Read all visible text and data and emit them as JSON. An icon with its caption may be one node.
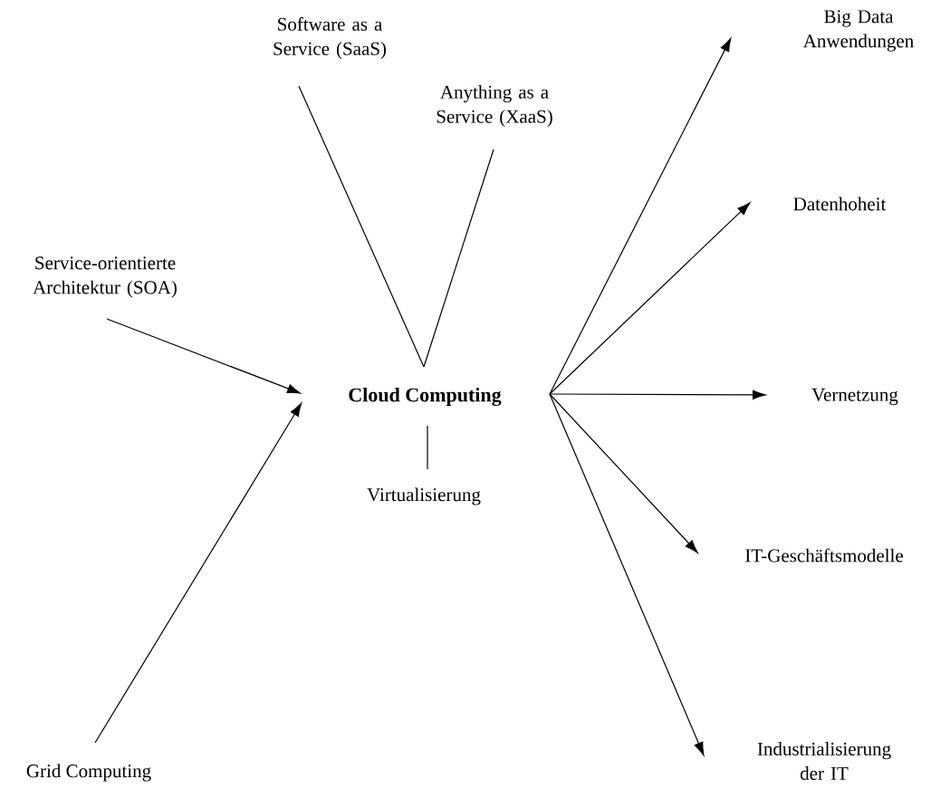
{
  "diagram": {
    "nodes": [
      {
        "text": [
          "Cloud Computing"
        ]
      },
      {
        "text": [
          "Software as a Service (SaaS)"
        ]
      },
      {
        "text": [
          "Anything as a Service (XaaS)"
        ]
      },
      {
        "text": [
          "Service-orientierte Architektur (SOA)"
        ]
      },
      {
        "text": [
          "Grid Computing"
        ]
      },
      {
        "text": [
          "Virtualisierung"
        ]
      },
      {
        "text": [
          "Big Data Anwendungen"
        ]
      },
      {
        "text": [
          "Datenhoheit"
        ]
      },
      {
        "text": [
          "Vernetzung"
        ]
      },
      {
        "text": [
          "IT-Geschäftsmodelle"
        ]
      },
      {
        "text": [
          "Industrialisierung der IT"
        ]
      }
    ],
    "edges": [
      {
        "from": 1,
        "to": 0,
        "arrow": "none"
      },
      {
        "from": 2,
        "to": 0,
        "arrow": "none"
      },
      {
        "from": 3,
        "to": 0,
        "arrow": "to"
      },
      {
        "from": 4,
        "to": 0,
        "arrow": "to"
      },
      {
        "from": 0,
        "to": 5,
        "arrow": "none"
      },
      {
        "from": 0,
        "to": 6,
        "arrow": "to"
      },
      {
        "from": 0,
        "to": 7,
        "arrow": "to"
      },
      {
        "from": 0,
        "to": 8,
        "arrow": "to"
      },
      {
        "from": 0,
        "to": 9,
        "arrow": "to"
      },
      {
        "from": 0,
        "to": 10,
        "arrow": "to"
      }
    ]
  }
}
